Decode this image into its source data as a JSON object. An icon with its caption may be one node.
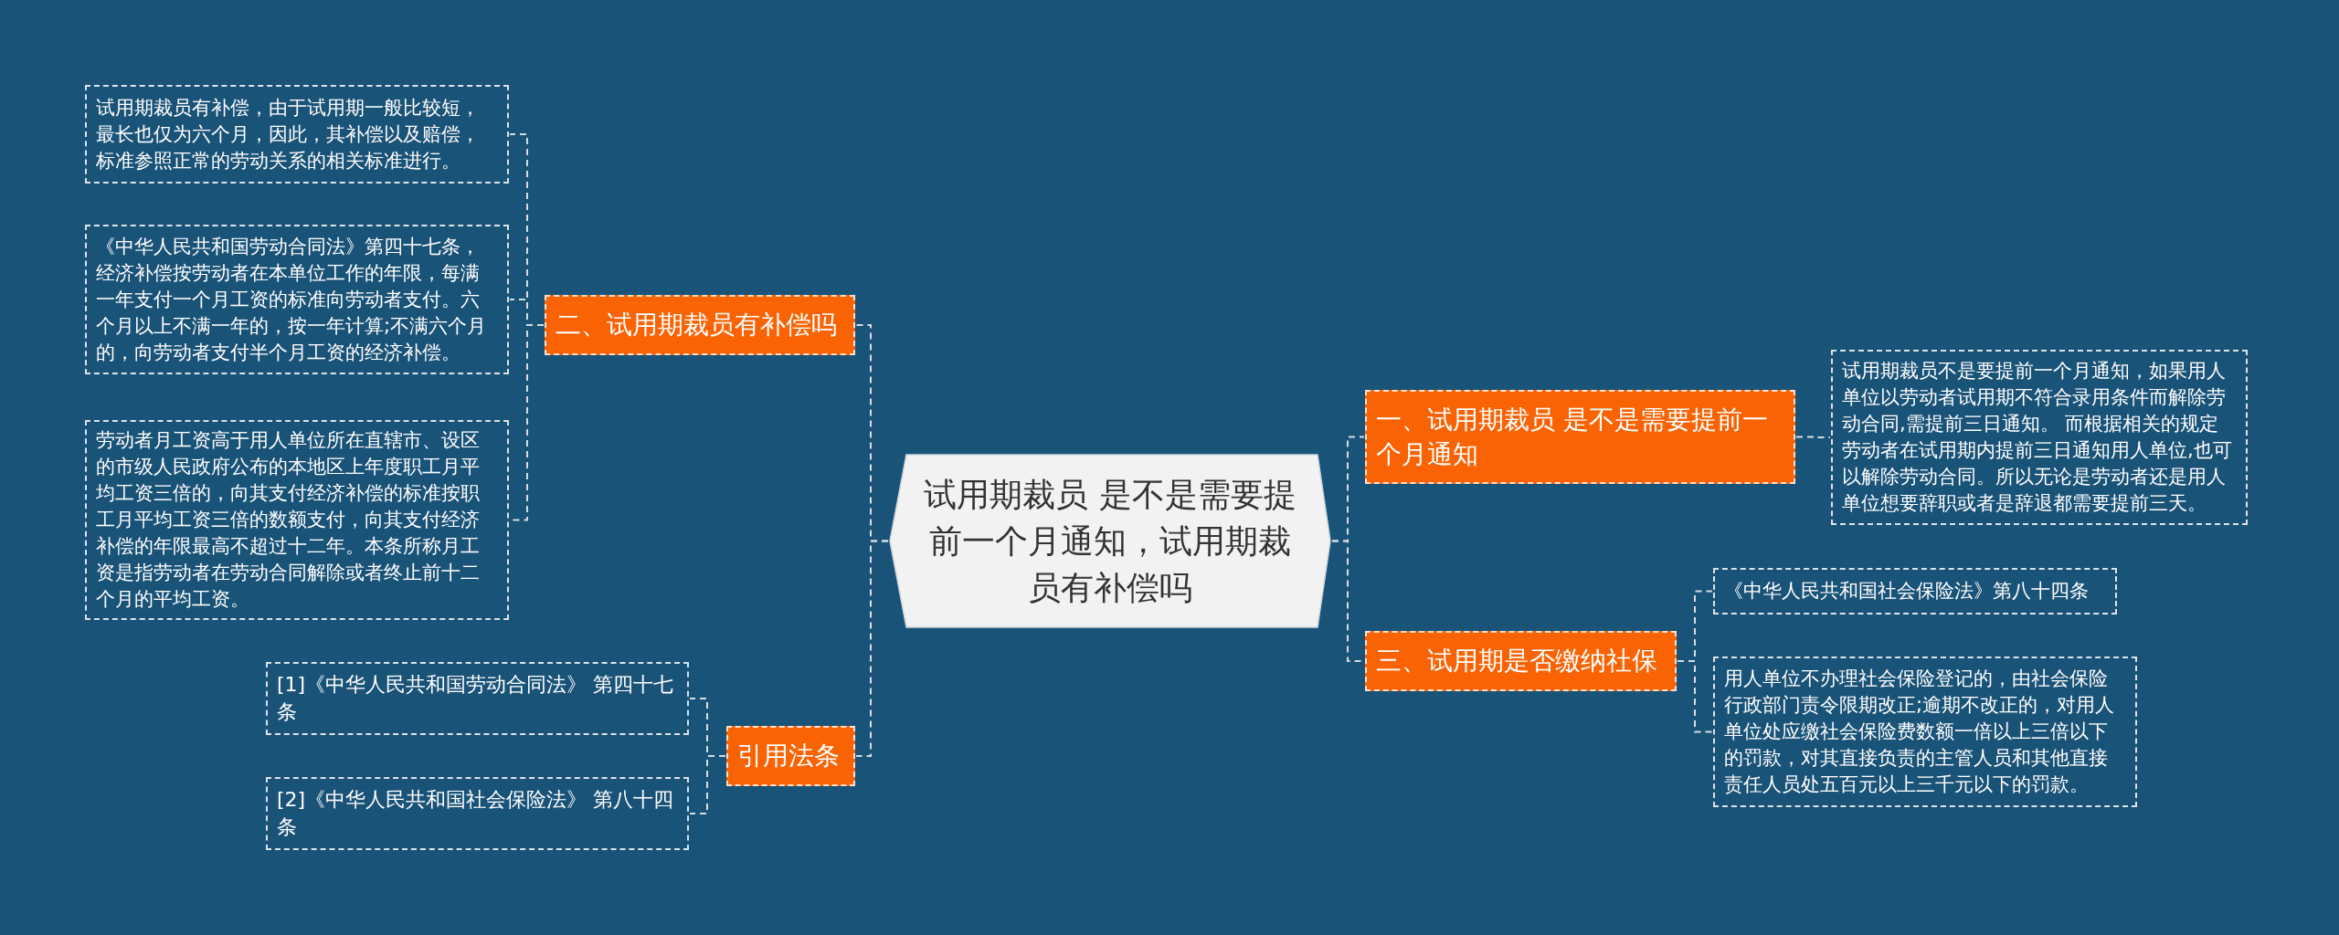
{
  "diagram": {
    "nodes": [
      {
        "text": [
          "试用期裁员 是不是需要提前一个月通知，试用期裁员有补偿吗"
        ]
      },
      {
        "text": [
          "二、试用期裁员有补偿吗"
        ]
      },
      {
        "text": [
          "试用期裁员有补偿，由于试用期一般比较短，最长也仅为六个月，因此，其补偿以及赔偿，标准参照正常的劳动关系的相关标准进行。"
        ]
      },
      {
        "text": [
          "《中华人民共和国劳动合同法》第四十七条，经济补偿按劳动者在本单位工作的年限，每满一年支付一个月工资的标准向劳动者支付。六个月以上不满一年的，按一年计算;不满六个月的，向劳动者支付半个月工资的经济补偿。"
        ]
      },
      {
        "text": [
          "劳动者月工资高于用人单位所在直辖市、设区的市级人民政府公布的本地区上年度职工月平均工资三倍的，向其支付经济补偿的标准按职工月平均工资三倍的数额支付，向其支付经济补偿的年限最高不超过十二年。本条所称月工资是指劳动者在劳动合同解除或者终止前十二个月的平均工资。"
        ]
      },
      {
        "text": [
          "引用法条"
        ]
      },
      {
        "text": [
          "[1]《中华人民共和国劳动合同法》 第四十七条"
        ]
      },
      {
        "text": [
          "[2]《中华人民共和国社会保险法》 第八十四条"
        ]
      },
      {
        "text": [
          "一、试用期裁员 是不是需要提前一个月通知"
        ]
      },
      {
        "text": [
          "试用期裁员不是要提前一个月通知，如果用人单位以劳动者试用期不符合录用条件而解除劳动合同,需提前三日通知。 而根据相关的规定劳动者在试用期内提前三日通知用人单位,也可以解除劳动合同。所以无论是劳动者还是用人单位想要辞职或者是辞退都需要提前三天。"
        ]
      },
      {
        "text": [
          "三、试用期是否缴纳社保"
        ]
      },
      {
        "text": [
          "《中华人民共和国社会保险法》第八十四条"
        ]
      },
      {
        "text": [
          "用人单位不办理社会保险登记的，由社会保险行政部门责令限期改正;逾期不改正的，对用人单位处应缴社会保险费数额一倍以上三倍以下的罚款，对其直接负责的主管人员和其他直接责任人员处五百元以上三千元以下的罚款。"
        ]
      }
    ],
    "edges": [
      {
        "from": 0,
        "to": 1,
        "arrow": "none"
      },
      {
        "from": 1,
        "to": 2,
        "arrow": "none"
      },
      {
        "from": 1,
        "to": 3,
        "arrow": "none"
      },
      {
        "from": 1,
        "to": 4,
        "arrow": "none"
      },
      {
        "from": 0,
        "to": 5,
        "arrow": "none"
      },
      {
        "from": 5,
        "to": 6,
        "arrow": "none"
      },
      {
        "from": 5,
        "to": 7,
        "arrow": "none"
      },
      {
        "from": 0,
        "to": 8,
        "arrow": "none"
      },
      {
        "from": 8,
        "to": 9,
        "arrow": "none"
      },
      {
        "from": 0,
        "to": 10,
        "arrow": "none"
      },
      {
        "from": 10,
        "to": 11,
        "arrow": "none"
      },
      {
        "from": 10,
        "to": 12,
        "arrow": "none"
      }
    ]
  }
}
